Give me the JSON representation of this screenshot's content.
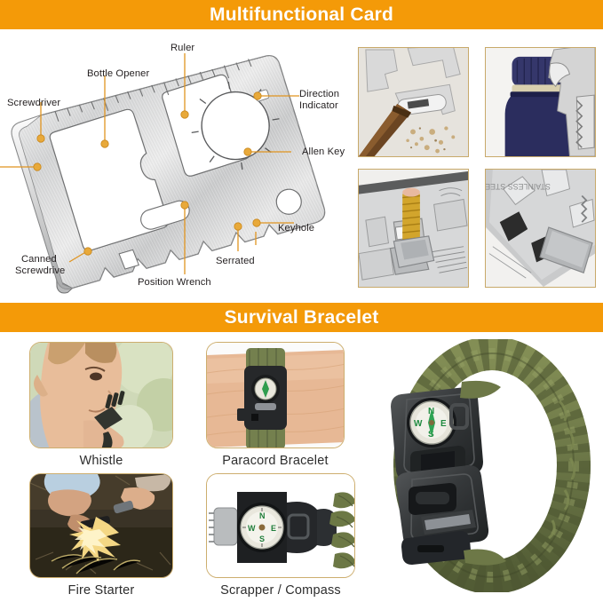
{
  "sections": [
    {
      "id": "card",
      "title": "Multifunctional Card",
      "bar_color": "#f49a08",
      "title_color": "#ffffff"
    },
    {
      "id": "bracelet",
      "title": "Survival Bracelet",
      "bar_color": "#f49a08",
      "title_color": "#ffffff"
    }
  ],
  "card_diagram": {
    "product": "stainless steel multifunctional survival card tool",
    "callout_color": "#e0941f",
    "labels": [
      {
        "key": "screwdriver",
        "text": "Screwdriver"
      },
      {
        "key": "bottle_opener",
        "text": "Bottle Opener"
      },
      {
        "key": "ruler",
        "text": "Ruler"
      },
      {
        "key": "direction_indicator_l1",
        "text": "Direction"
      },
      {
        "key": "direction_indicator_l2",
        "text": "Indicator"
      },
      {
        "key": "allen_key",
        "text": "Allen Key"
      },
      {
        "key": "keyhole",
        "text": "Keyhole"
      },
      {
        "key": "serrated",
        "text": "Serrated"
      },
      {
        "key": "position_wrench",
        "text": "Position Wrench"
      },
      {
        "key": "canned_screwdrive_l1",
        "text": "Canned"
      },
      {
        "key": "canned_screwdrive_l2",
        "text": "Screwdrive"
      }
    ]
  },
  "card_photos": [
    {
      "key": "sawing-wood",
      "alt": "card saw cutting a wooden stick leaving sawdust"
    },
    {
      "key": "bottle-opening",
      "alt": "card opening a dark blue bottle cap"
    },
    {
      "key": "wrench-on-bolt",
      "alt": "card wrench slot fitted on a brass bolt and nut"
    },
    {
      "key": "stainless-steel-detail",
      "alt": "close up of stainless steel card edge and blade"
    }
  ],
  "bracelet_tiles": [
    {
      "key": "whistle",
      "caption": "Whistle",
      "alt": "man blowing the survival whistle outdoors"
    },
    {
      "key": "paracord-bracelet",
      "caption": "Paracord Bracelet",
      "alt": "green paracord bracelet worn on a wrist"
    },
    {
      "key": "fire-starter",
      "caption": "Fire Starter",
      "alt": "hands striking the flint fire starter over tinder"
    },
    {
      "key": "scrapper-compass",
      "caption": "Scrapper / Compass",
      "alt": "buckle close up showing scraper and compass"
    }
  ],
  "bracelet_hero": {
    "key": "survival-bracelet-hero",
    "alt": "army green paracord survival bracelet with compass buckle",
    "cord_color": "#707b4a",
    "buckle_color": "#3a3c38",
    "compass_colors": {
      "dial": "#efefe8",
      "needle": "#1f9b4a"
    }
  }
}
